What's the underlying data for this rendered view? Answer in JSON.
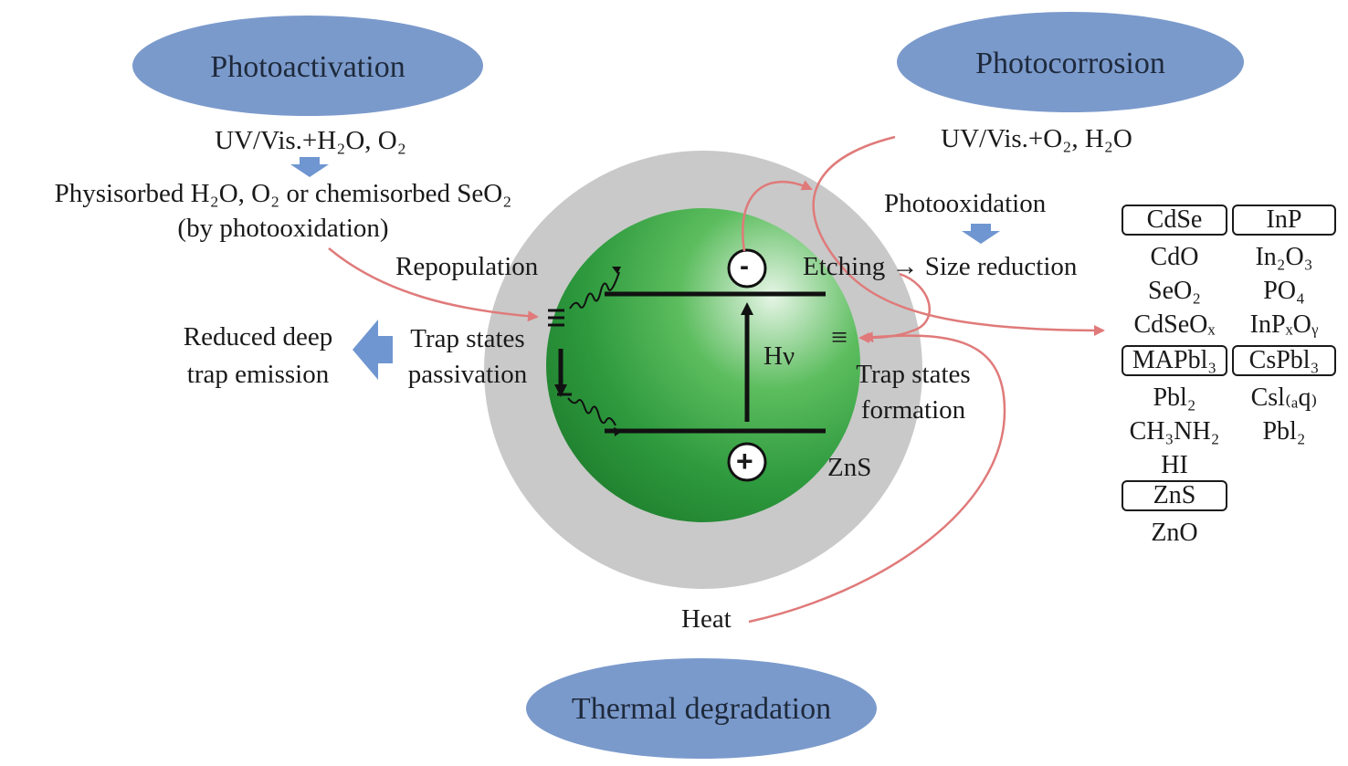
{
  "ovals": {
    "photoactivation": "Photoactivation",
    "photocorrosion": "Photocorrosion",
    "thermal": "Thermal degradation"
  },
  "left": {
    "condition": "UV/Vis.+H₂O, O₂",
    "adsorption_line1": "Physisorbed H₂O, O₂ or chemisorbed SeO₂",
    "adsorption_line2": "(by photooxidation)",
    "repopulation": "Repopulation",
    "reduced_line1": "Reduced deep",
    "reduced_line2": "trap emission",
    "passivation_line1": "Trap states",
    "passivation_line2": "passivation"
  },
  "right": {
    "condition": "UV/Vis.+O₂, H₂O",
    "photooxidation": "Photooxidation",
    "etching": "Etching → Size reduction",
    "trap_formation_line1": "Trap states",
    "trap_formation_line2": "formation"
  },
  "core": {
    "hv": "Hν",
    "shell": "ZnS",
    "electron": "-",
    "hole": "+",
    "trap_symbol": "≡"
  },
  "bottom": {
    "heat": "Heat"
  },
  "materials": [
    {
      "name": "CdSe",
      "products": [
        "CdO",
        "SeO₂",
        "CdSeOₓ"
      ]
    },
    {
      "name": "InP",
      "products": [
        "In₂O₃",
        "PO₄",
        "InPₓOᵧ"
      ]
    },
    {
      "name": "MAPbl₃",
      "products": [
        "Pbl₂",
        "CH₃NH₂",
        "HI"
      ]
    },
    {
      "name": "CsPbl₃",
      "products": [
        "Csl₍ₐq₎",
        "Pbl₂"
      ]
    },
    {
      "name": "ZnS",
      "products": [
        "ZnO"
      ]
    }
  ],
  "colors": {
    "oval_fill": "#7b9acc",
    "shell_fill": "#c9c9c9",
    "core_green": "#2e9a3e",
    "arrow_red": "#e07a7a",
    "arrow_blue": "#6f96d1"
  }
}
